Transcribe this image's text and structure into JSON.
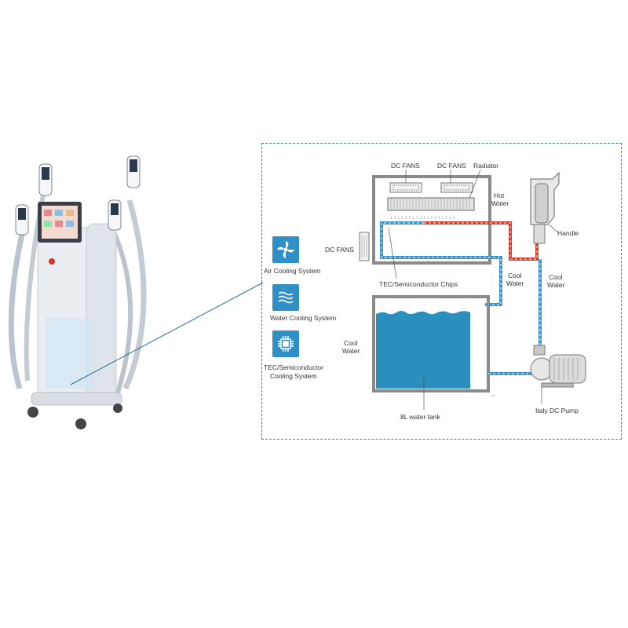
{
  "legend": {
    "air_cooling": "Air Cooling System",
    "water_cooling": "Water Cooling System",
    "tec_cooling_line1": "TEC/Semiconductor",
    "tec_cooling_line2": "Cooling System"
  },
  "icons": {
    "air": "fan-icon",
    "water": "waves-icon",
    "tec": "chip-icon"
  },
  "labels": {
    "dc_fans_1": "DC FANS",
    "dc_fans_2": "DC FANS",
    "radiator": "Radiator",
    "hot_water_1": "Hot",
    "hot_water_2": "Water",
    "dc_fans_side": "DC FANS",
    "handle": "Handle",
    "tec_chips": "TEC/Semiconductor Chips",
    "cool_water_a1": "Cool",
    "cool_water_a2": "Water",
    "cool_water_b1": "Cool",
    "cool_water_b2": "Water",
    "cool_water_tank1": "Cool",
    "cool_water_tank2": "Water",
    "water_tank": "8L water tank",
    "pump": "Italy DC Pump"
  },
  "colors": {
    "frame_border": "#3a7fa8",
    "tank_water": "#2b8fbd",
    "hot_pipe": "#d23a2a",
    "cool_pipe": "#3b93c8",
    "legend_icon_bg": "#2f8fc6",
    "housing": "#8a8a8a"
  }
}
